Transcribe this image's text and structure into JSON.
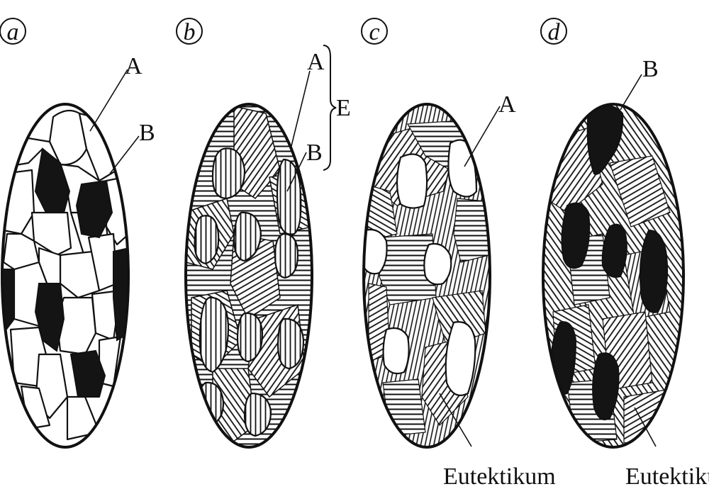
{
  "panels": [
    {
      "id": "a",
      "label": "a",
      "callouts": [
        "A",
        "B"
      ]
    },
    {
      "id": "b",
      "label": "b",
      "callouts": [
        "A",
        "B"
      ],
      "bracket_label": "E"
    },
    {
      "id": "c",
      "label": "c",
      "callouts": [
        "A"
      ],
      "bottom_label": "Eutektikum"
    },
    {
      "id": "d",
      "label": "d",
      "callouts": [
        "B"
      ],
      "bottom_label": "Eutektikum"
    }
  ],
  "colors": {
    "ink": "#111111",
    "paper": "#ffffff",
    "grain_dark": "#141414"
  }
}
